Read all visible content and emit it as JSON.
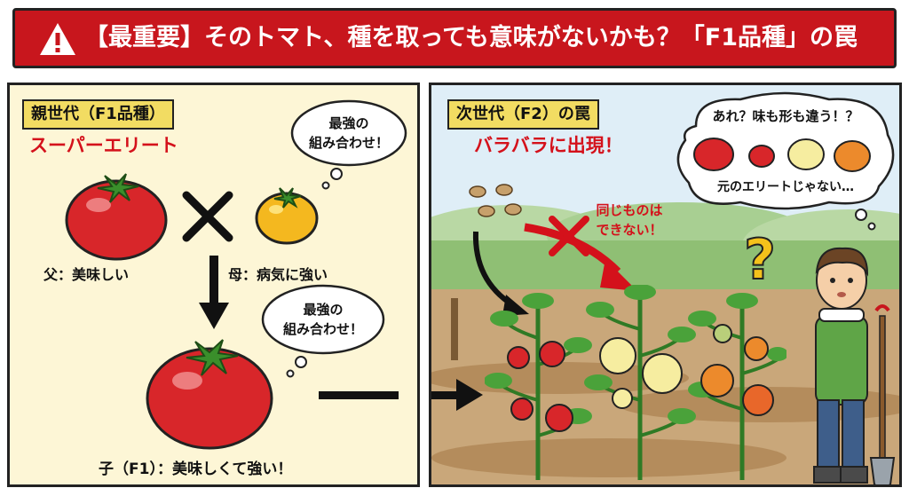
{
  "banner": {
    "icon": "warning-icon",
    "title": "【最重要】そのトマト、種を取っても意味がないかも？「F1品種」の罠"
  },
  "left_panel": {
    "label": "親世代（F1品種）",
    "subtitle": "スーパーエリート",
    "father_caption": "父：美味しい",
    "mother_caption": "母：病気に強い",
    "bubble_top": [
      "最強の",
      "組み合わせ！"
    ],
    "bubble_mid": [
      "最強の",
      "組み合わせ！"
    ],
    "child_caption": "子（F1）：美味しくて強い！"
  },
  "right_panel": {
    "label": "次世代（F2）の罠",
    "subtitle": "バラバラに出現！",
    "thought_top": "あれ？味も形も違う！？",
    "thought_bottom": "元のエリートじゃない…",
    "cannot_make": [
      "同じものは",
      "できない！"
    ],
    "question_mark": "?"
  },
  "colors": {
    "banner_red": "#c8161d",
    "left_bg": "#fdf6d6",
    "right_bg": "#dfeef7",
    "label_yellow": "#f2dc62",
    "accent_red": "#d4111b"
  }
}
